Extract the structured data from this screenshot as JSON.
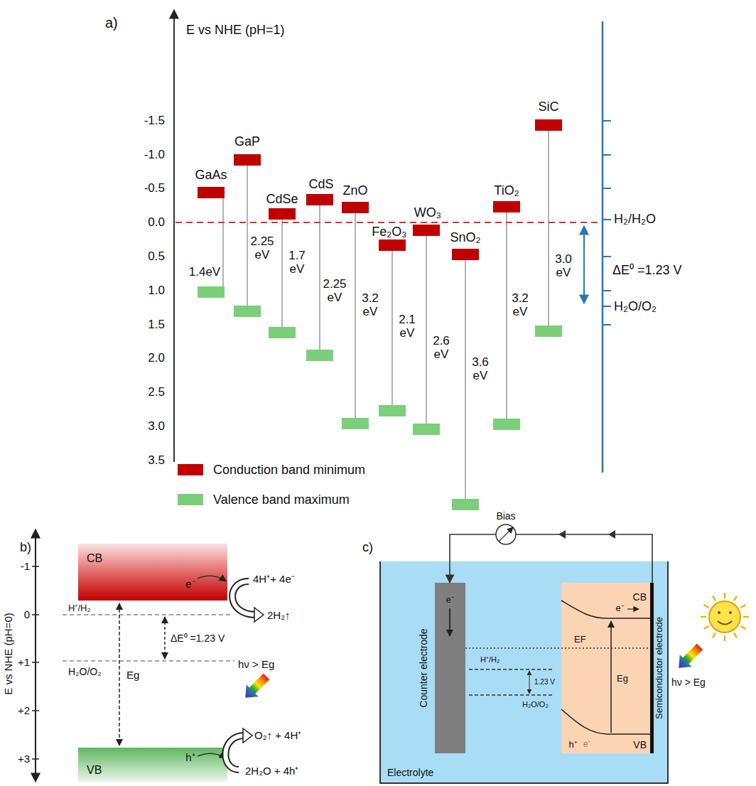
{
  "diagram": {
    "nodes": [
      {
        "text": [
          "CB"
        ]
      },
      {
        "text": [
          "VB"
        ]
      },
      {
        "text": [
          "Electrolyte"
        ]
      },
      {
        "text": [
          "Counter electrode"
        ],
        "in": 2
      },
      {
        "text": [
          "CB",
          "VB"
        ],
        "in": 2
      },
      {
        "text": [
          "Semiconductor electrode"
        ],
        "in": 2
      }
    ],
    "edges": [
      {
        "from": 5,
        "to": 3,
        "arrow": "to",
        "label": "Bias"
      }
    ],
    "labels": [
      "a)",
      "E vs NHE (pH=1)",
      "-1.5",
      "-1.0",
      "-0.5",
      "0.0",
      "0.5",
      "1.0",
      "1.5",
      "2.0",
      "2.5",
      "3.0",
      "3.5",
      "GaAs",
      "GaP",
      "CdSe",
      "CdS",
      "ZnO",
      "Fe₂O₃",
      "WO₃",
      "SnO₂",
      "TiO₂",
      "SiC",
      "1.4eV",
      "2.25 eV",
      "1.7 eV",
      "2.25 eV",
      "3.2 eV",
      "2.1 eV",
      "2.6 eV",
      "3.6 eV",
      "3.2 eV",
      "3.0 eV",
      "H₂/H₂O",
      "H₂O/O₂",
      "ΔE⁰ =1.23 V",
      "b)",
      "E vs NHE (pH=0)",
      "-1",
      "0",
      "+1",
      "+2",
      "+3",
      "H⁺/H₂",
      "H₂O/O₂",
      "Eg",
      "ΔE⁰ =1.23 V",
      "hν > Eg",
      "e⁻",
      "h⁺",
      "4H⁺+ 4e⁻",
      "2H₂↑",
      "O₂↑ + 4H⁺",
      "2H₂O + 4h⁺",
      "c)",
      "e⁻",
      "EF",
      "H⁺/H₂",
      "1.23 V",
      "H₂O/O₂",
      "e⁻",
      "Eg",
      "h⁺",
      "e⁻",
      "hν > Eg"
    ],
    "legend": [
      {
        "text": "Conduction band minimum",
        "color": "#c00000"
      },
      {
        "text": "Valence band maximum",
        "color": "#7ccf7a"
      }
    ]
  }
}
